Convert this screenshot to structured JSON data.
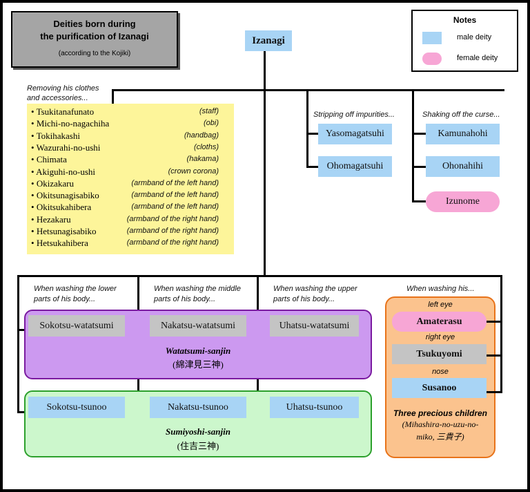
{
  "title_box": {
    "line1": "Deities born during",
    "line2": "the purification of Izanagi",
    "subtitle": "(according to the Kojiki)"
  },
  "notes": {
    "title": "Notes",
    "male": "male deity",
    "female": "female deity"
  },
  "root": "Izanagi",
  "clothes": {
    "caption_line1": "Removing his clothes",
    "caption_line2": "and accessories...",
    "items": [
      {
        "name": "Tsukitanafunato",
        "item": "(staff)"
      },
      {
        "name": "Michi-no-nagachiha",
        "item": "(obi)"
      },
      {
        "name": "Tokihakashi",
        "item": "(handbag)"
      },
      {
        "name": "Wazurahi-no-ushi",
        "item": "(cloths)"
      },
      {
        "name": "Chimata",
        "item": "(hakama)"
      },
      {
        "name": "Akiguhi-no-ushi",
        "item": "(crown corona)"
      },
      {
        "name": "Okizakaru",
        "item": "(armband of the left hand)"
      },
      {
        "name": "Okitsunagisabiko",
        "item": "(armband of the left hand)"
      },
      {
        "name": "Okitsukahibera",
        "item": "(armband of the left hand)"
      },
      {
        "name": "Hezakaru",
        "item": "(armband of the right hand)"
      },
      {
        "name": "Hetsunagisabiko",
        "item": "(armband of the right hand)"
      },
      {
        "name": "Hetsukahibera",
        "item": "(armband of the right hand)"
      }
    ]
  },
  "impurities": {
    "caption": "Stripping off impurities...",
    "deities": [
      "Yasomagatsuhi",
      "Ohomagatsuhi"
    ]
  },
  "curse": {
    "caption": "Shaking off the curse...",
    "deities": [
      "Kamunahohi",
      "Ohonahihi",
      "Izunome"
    ]
  },
  "washing": {
    "lower_line1": "When washing the lower",
    "lower_line2": "parts of his body...",
    "middle_line1": "When washing the middle",
    "middle_line2": "parts of his body...",
    "upper_line1": "When washing the upper",
    "upper_line2": "parts of his body...",
    "his": "When washing his..."
  },
  "watatsumi": {
    "deities": [
      "Sokotsu-watatsumi",
      "Nakatsu-watatsumi",
      "Uhatsu-watatsumi"
    ],
    "name": "Watatsumi-sanjin",
    "kanji": "(綿津見三神)"
  },
  "sumiyoshi": {
    "deities": [
      "Sokotsu-tsunoo",
      "Nakatsu-tsunoo",
      "Uhatsu-tsunoo"
    ],
    "name": "Sumiyoshi-sanjin",
    "kanji": "(住吉三神)"
  },
  "precious": {
    "left_eye": "left eye",
    "right_eye": "right eye",
    "nose": "nose",
    "deities": [
      "Amaterasu",
      "Tsukuyomi",
      "Susanoo"
    ],
    "title": "Three precious children",
    "sub_line1": "(Mihashira-no-uzu-no-",
    "sub_line2": "miko, 三貴子)"
  },
  "colors": {
    "male": "#a8d4f5",
    "female": "#f7a6d5",
    "unknown": "#c4c4c4",
    "clothes_bg": "#fdf59a",
    "watatsumi_bg": "#cc99f0",
    "sumiyoshi_bg": "#ccf7cc",
    "precious_bg": "#fbc38e"
  }
}
